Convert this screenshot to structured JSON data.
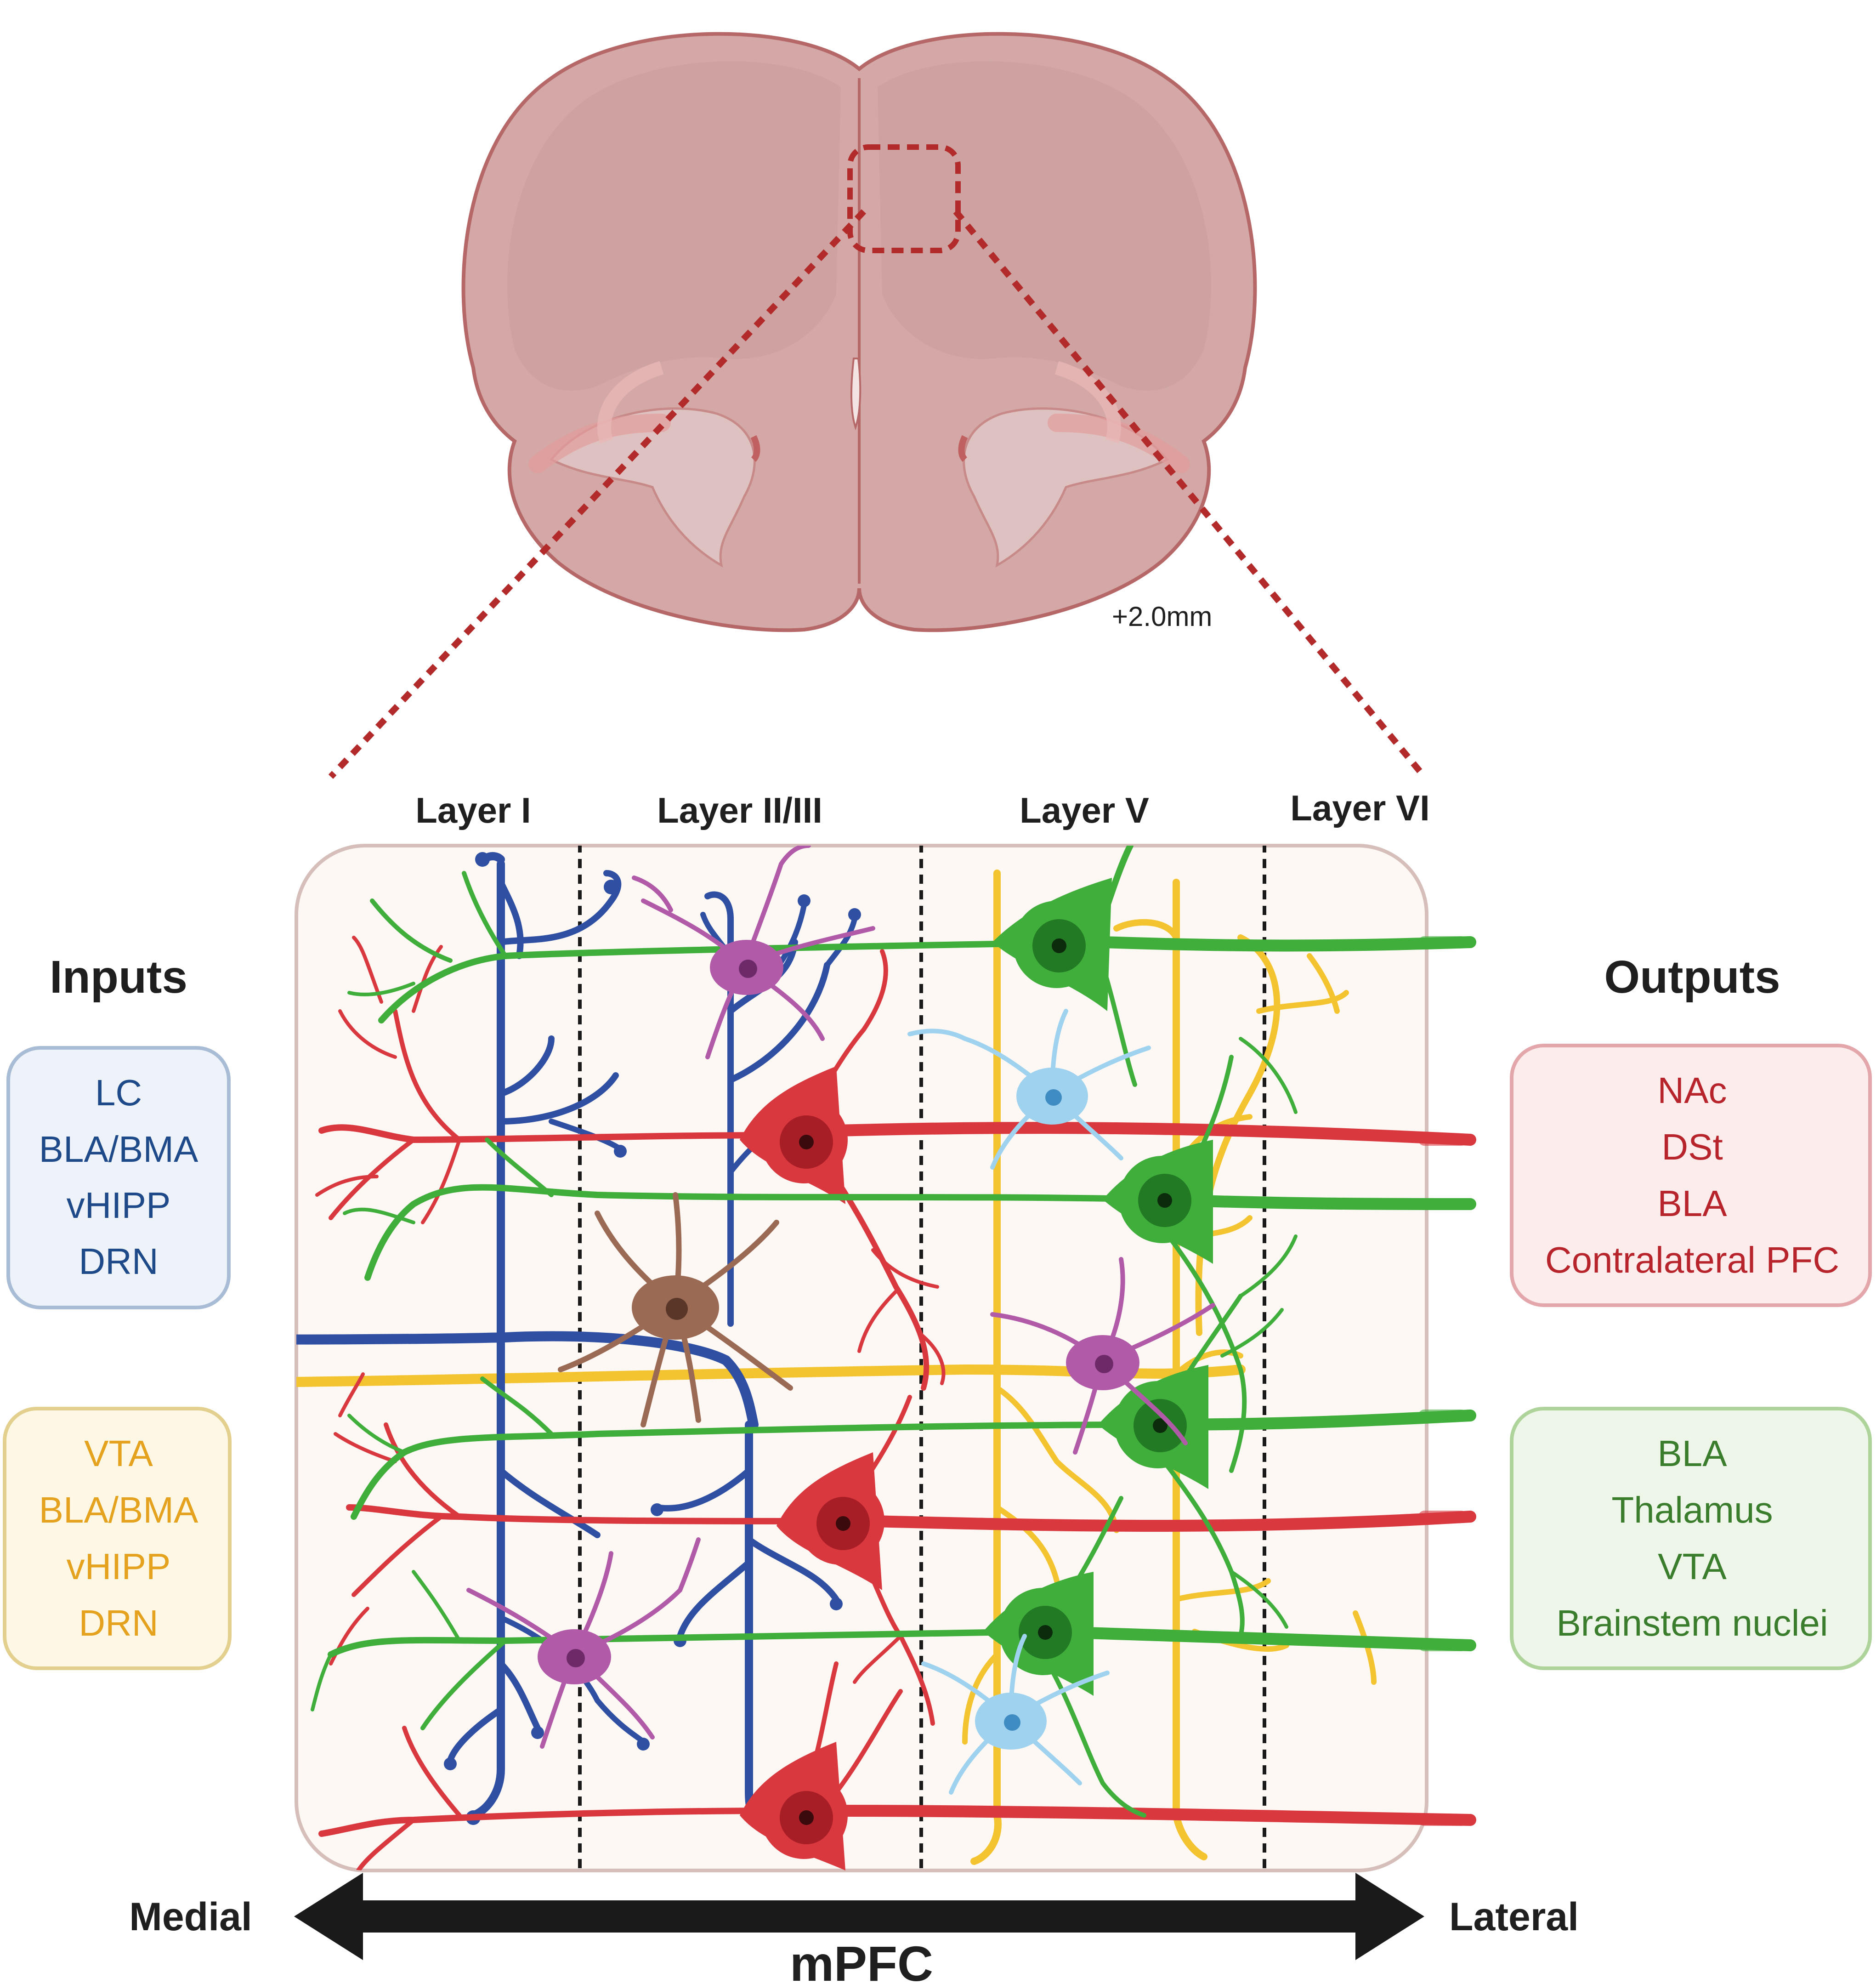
{
  "brain": {
    "section_label": "+2.0mm"
  },
  "layers": [
    "Layer I",
    "Layer II/III",
    "Layer V",
    "Layer VI"
  ],
  "inputs": {
    "heading": "Inputs",
    "blue_group": {
      "color": "#1f4a8a",
      "items": [
        "LC",
        "BLA/BMA",
        "vHIPP",
        "DRN"
      ]
    },
    "yellow_group": {
      "color": "#e5a21e",
      "items": [
        "VTA",
        "BLA/BMA",
        "vHIPP",
        "DRN"
      ]
    }
  },
  "outputs": {
    "heading": "Outputs",
    "red_group": {
      "color": "#b8242c",
      "items": [
        "NAc",
        "DSt",
        "BLA",
        "Contralateral PFC"
      ]
    },
    "green_group": {
      "color": "#3a7d2c",
      "items": [
        "BLA",
        "Thalamus",
        "VTA",
        "Brainstem nuclei"
      ]
    }
  },
  "axis": {
    "left_label": "Medial",
    "right_label": "Lateral",
    "title": "mPFC"
  },
  "colors": {
    "brain_fill": "#d4a9a7",
    "brain_edge": "#b86a68",
    "zoom_line": "#b22a2a",
    "panel_fill": "#fdf9f6",
    "panel_edge": "#d2bcb7",
    "red_neuron": "#d9383f",
    "green_neuron": "#3fae3a",
    "blue_axon": "#2f4fa3",
    "yellow_axon": "#f4c430",
    "purple_interneuron": "#b05aa8",
    "lightblue_glia": "#9fd2ee",
    "brown_interneuron": "#9b6a55"
  }
}
